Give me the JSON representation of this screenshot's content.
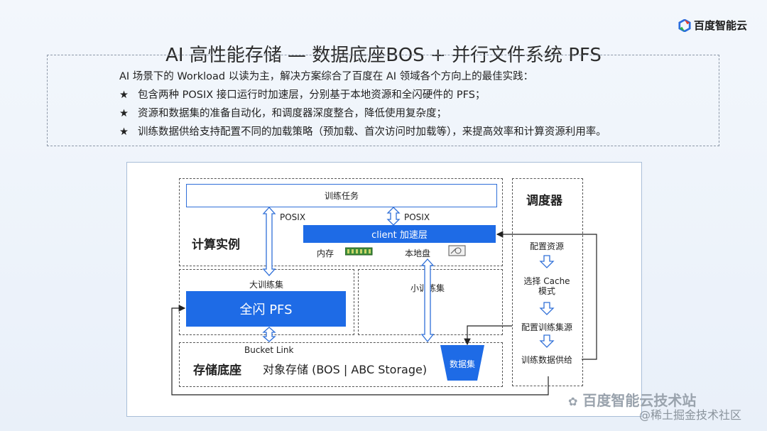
{
  "brand": {
    "logo_text": "百度智能云",
    "logo_icon": "baidu-cloud-icon"
  },
  "slide": {
    "title": "AI 高性能存储 — 数据底座BOS + 并行文件系统 PFS",
    "intro": "AI 场景下的 Workload 以读为主，解决方案综合了百度在 AI 领域各个方向上的最佳实践：",
    "bullets": [
      "包含两种 POSIX 接口运行时加速层，分别基于本地资源和全闪硬件的 PFS；",
      "资源和数据集的准备自动化，和调度器深度整合，降低使用复杂度；",
      "训练数据供给支持配置不同的加载策略（预加载、首次访问时加载等），来提高效率和计算资源利用率。"
    ],
    "bullet_marker": "★"
  },
  "diagram": {
    "training_task": "训练任务",
    "posix_left": "POSIX",
    "posix_right": "POSIX",
    "client_layer": "client 加速层",
    "compute_instance": "计算实例",
    "memory": "内存",
    "local_disk": "本地盘",
    "large_dataset": "大训练集",
    "small_dataset": "小训练集",
    "all_flash_pfs": "全闪 PFS",
    "bucket_link": "Bucket Link",
    "storage_base": "存储底座",
    "object_storage": "对象存储 (BOS | ABC Storage)",
    "dataset": "数据集",
    "scheduler": {
      "title": "调度器",
      "steps": [
        "配置资源",
        "选择 Cache\n模式",
        "配置训练集源",
        "训练数据供给"
      ]
    }
  },
  "watermarks": {
    "wechat": "百度智能云技术站",
    "juejin": "@稀土掘金技术社区"
  },
  "colors": {
    "accent_blue": "#1e6be6",
    "border_blue": "#2f6fd8"
  }
}
